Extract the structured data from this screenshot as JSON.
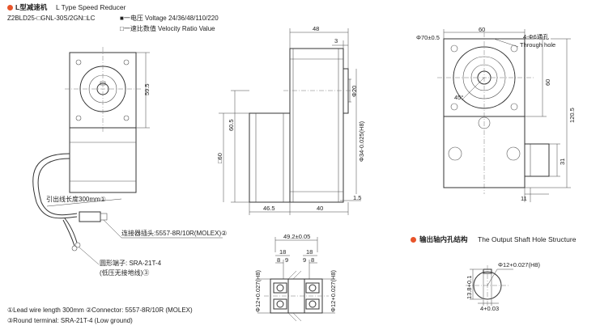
{
  "header": {
    "title_cn": "L型减速机",
    "title_en": "L Type Speed Reducer",
    "model_code": "Z2BLD25-□GNL-30S/2GN□LC",
    "voltage_label": "■一电压 Voltage 24/36/48/110/220",
    "ratio_label": "□一速比数值 Velocity Ratio Value"
  },
  "callouts": {
    "lead_wire": "引出线长度300mm①",
    "connector": "连接器插头:5557-8R/10R(MOLEX)②",
    "terminal_1": "圆形端子: SRA-21T-4",
    "terminal_2": "(低压无接地线)③"
  },
  "footnotes": {
    "line1": "①Lead wire length 300mm  ②Connector: 5557-8R/10R (MOLEX)",
    "line2": "③Round terminal: SRA-21T-4 (Low ground)"
  },
  "side_view": {
    "dim_48": "48",
    "dim_3": "3",
    "dim_20": "Φ20",
    "dim_60_5": "60.5",
    "dim_sq60": "□60",
    "dim_34": "Φ34",
    "dim_34_suffix": "-0.025(H8)",
    "dim_46_5": "46.5",
    "dim_40": "40",
    "dim_1_5": "1.5"
  },
  "front_view": {
    "dim_59_5": "59.5"
  },
  "right_view": {
    "dim_70": "Φ70±0.5",
    "dim_60_top": "60",
    "holes_label": "4-Φ6通孔",
    "holes_label_en": "Through hole",
    "dim_60_side": "60",
    "dim_120_5": "120.5",
    "dim_45": "45°",
    "dim_31": "31",
    "dim_11": "11"
  },
  "hollow_shaft": {
    "dim_49_2": "49.2±0.05",
    "dim_18_left": "18",
    "dim_18_right": "18",
    "dim_8_left": "8",
    "dim_9_left": "9",
    "dim_9_right": "9",
    "dim_8_right": "8",
    "dim_phi12_left": "Φ12+0.027(H8)",
    "dim_phi12_right": "Φ12+0.027(H8)"
  },
  "shaft_hole": {
    "title_cn": "输出轴内孔结构",
    "title_en": "The Output Shaft Hole Structure",
    "dim_phi12": "Φ12+0.027(H8)",
    "dim_13_8": "13.8+0.1",
    "dim_4": "4+0.03"
  },
  "colors": {
    "accent": "#e8542a"
  }
}
